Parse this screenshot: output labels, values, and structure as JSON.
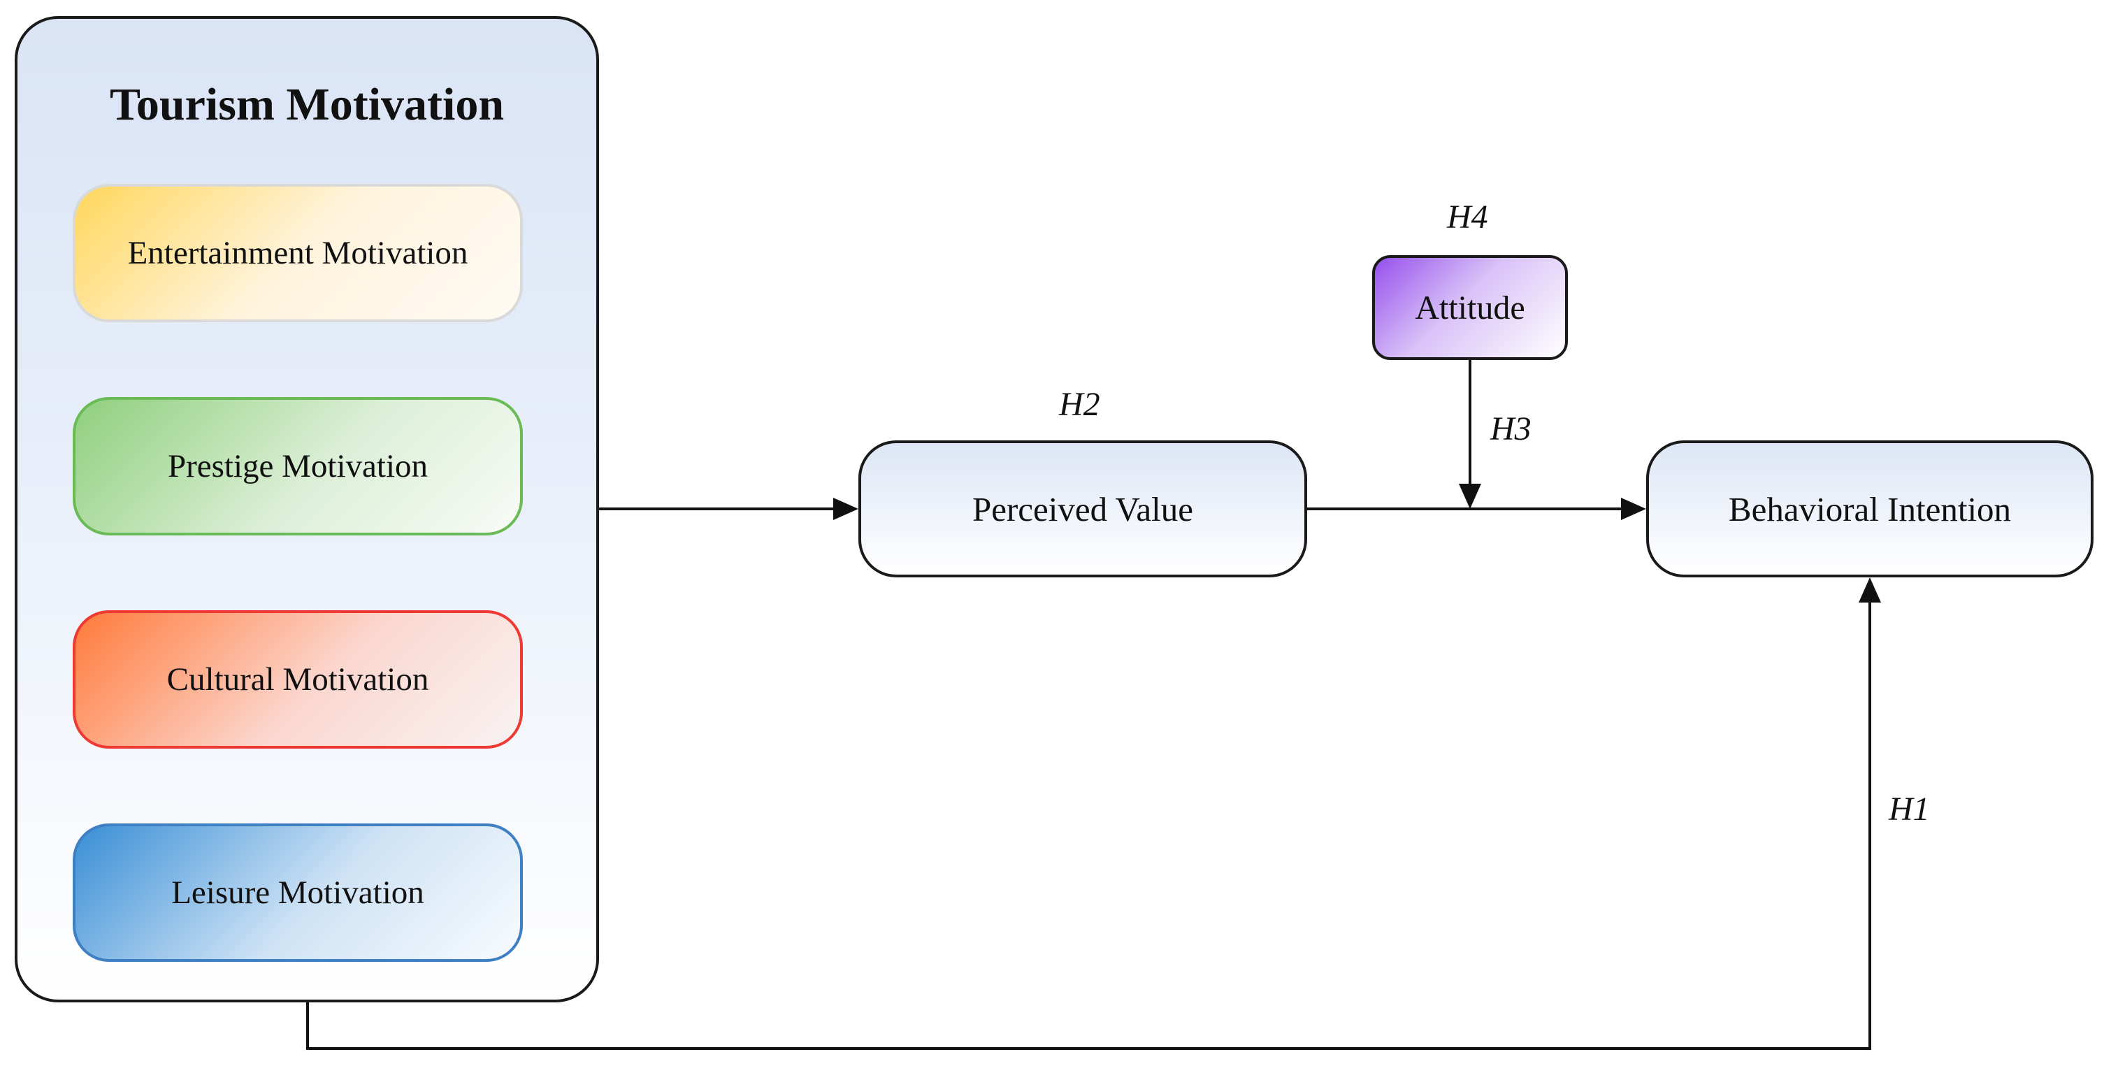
{
  "group": {
    "title": "Tourism Motivation",
    "items": [
      "Entertainment Motivation",
      "Prestige Motivation",
      "Cultural Motivation",
      "Leisure Motivation"
    ]
  },
  "nodes": {
    "perceived_value": "Perceived Value",
    "behavioral_intention": "Behavioral Intention",
    "attitude": "Attitude"
  },
  "hypotheses": {
    "h1": "H1",
    "h2": "H2",
    "h3": "H3",
    "h4": "H4"
  },
  "colors": {
    "entertainment": "#ffd75c",
    "prestige": "#6abb56",
    "cultural": "#ee3a33",
    "leisure": "#3f7fc4",
    "attitude": "#9650ee",
    "node_fill": "#dde6f5"
  }
}
